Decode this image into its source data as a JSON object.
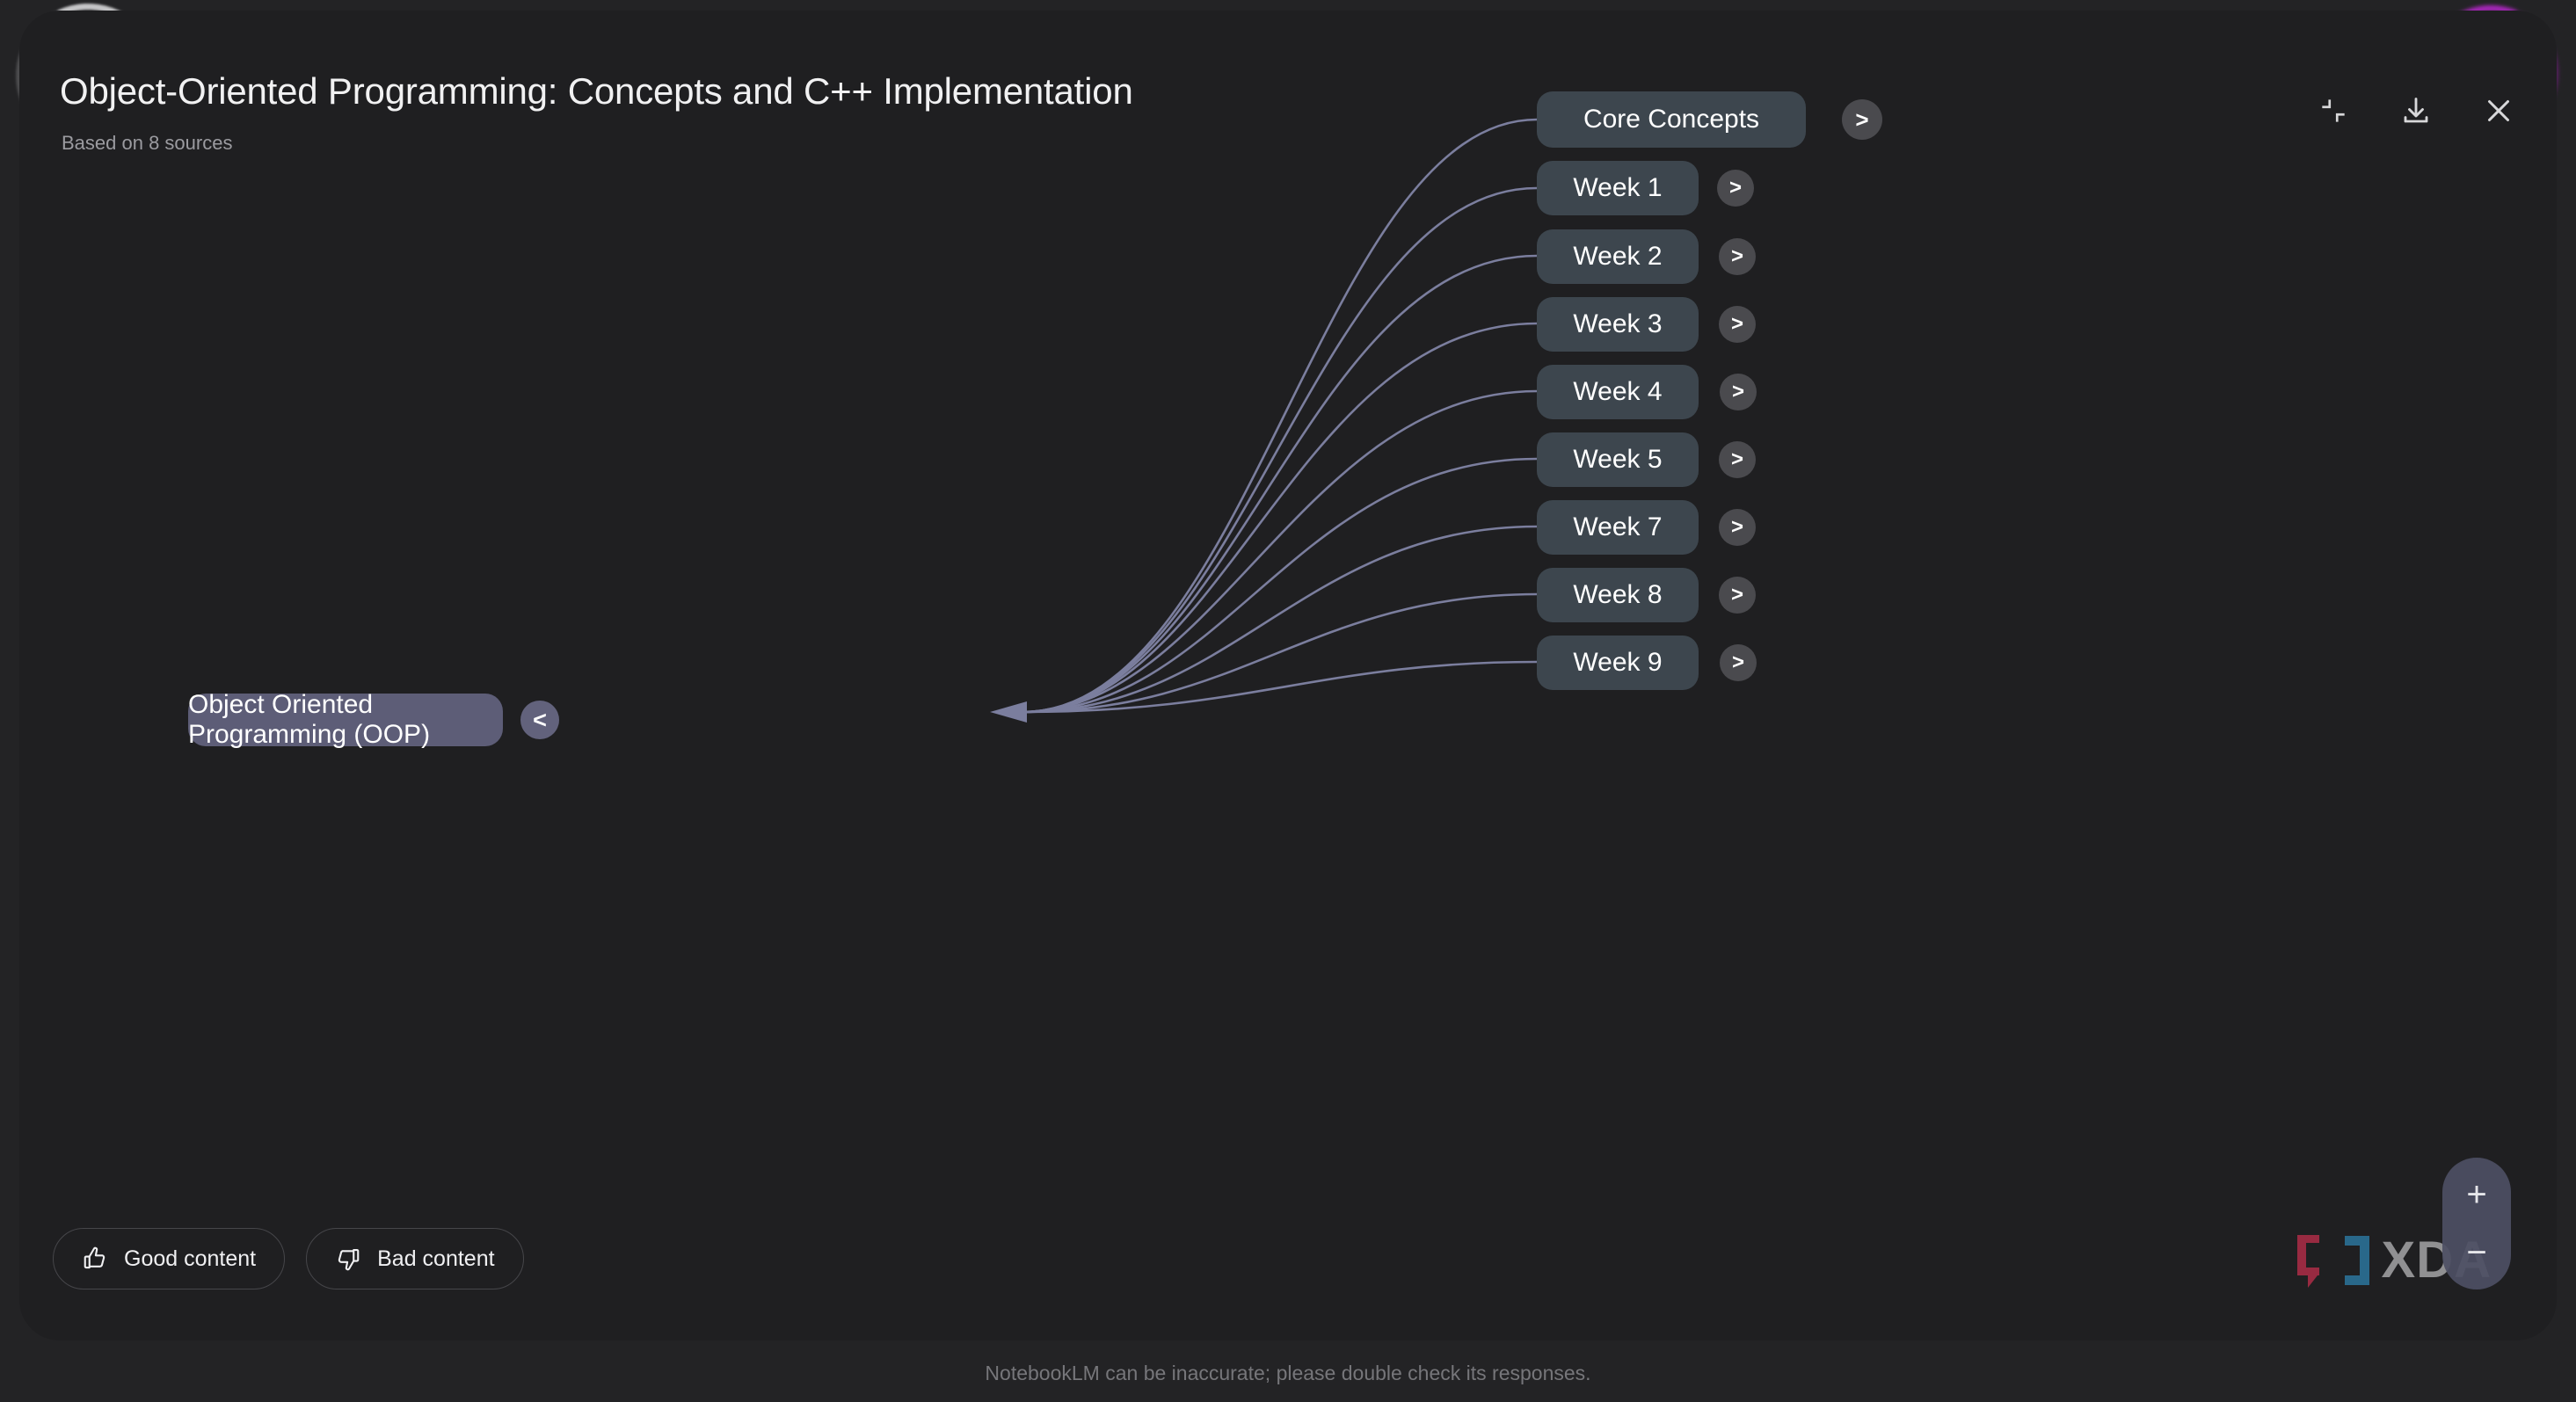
{
  "header": {
    "title": "Object-Oriented Programming: Concepts and C++ Implementation",
    "subtitle": "Based on 8 sources",
    "actions": [
      {
        "name": "collapse-icon",
        "label": "Collapse"
      },
      {
        "name": "download-icon",
        "label": "Download"
      },
      {
        "name": "close-icon",
        "label": "Close"
      }
    ]
  },
  "mindmap": {
    "root": {
      "label": "Object Oriented Programming (OOP)",
      "chevron": "<"
    },
    "children": [
      {
        "label": "Core Concepts",
        "chevron": ">"
      },
      {
        "label": "Week 1",
        "chevron": ">"
      },
      {
        "label": "Week 2",
        "chevron": ">"
      },
      {
        "label": "Week 3",
        "chevron": ">"
      },
      {
        "label": "Week 4",
        "chevron": ">"
      },
      {
        "label": "Week 5",
        "chevron": ">"
      },
      {
        "label": "Week 7",
        "chevron": ">"
      },
      {
        "label": "Week 8",
        "chevron": ">"
      },
      {
        "label": "Week 9",
        "chevron": ">"
      }
    ]
  },
  "feedback": {
    "good_label": "Good content",
    "bad_label": "Bad content"
  },
  "zoom": {
    "in_label": "+",
    "out_label": "−"
  },
  "watermark": {
    "word": "XDA"
  },
  "footer": {
    "note": "NotebookLM can be inaccurate; please double check its responses."
  },
  "colors": {
    "page_background": "#232325",
    "panel_background": "#1f1f21",
    "root_node": "#5d5d77",
    "child_node": "#3d464e",
    "edge": "#7b7e9e",
    "accent_glow": "#b228c4",
    "xda_red": "#a32c44",
    "xda_blue": "#2a6f93",
    "xda_gray": "#9a9a9c"
  }
}
